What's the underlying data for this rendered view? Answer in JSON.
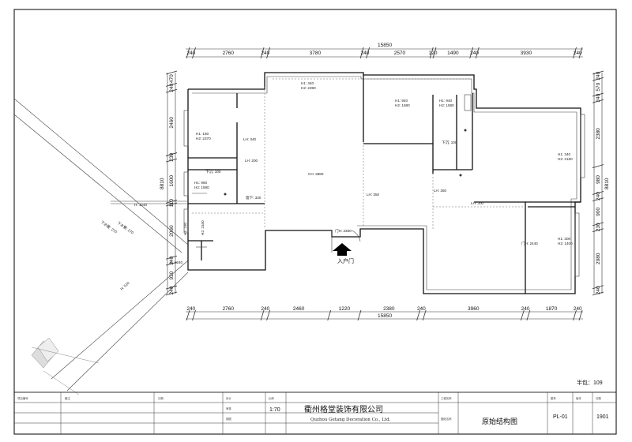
{
  "dims": {
    "top_total": "15850",
    "top_segments": [
      "240",
      "2760",
      "240",
      "3780",
      "240",
      "2570",
      "120",
      "1490",
      "240",
      "3930",
      "240"
    ],
    "bottom_total": "15850",
    "bottom_segments": [
      "240",
      "2760",
      "240",
      "2460",
      "1220",
      "2380",
      "240",
      "3960",
      "240",
      "1870",
      "240"
    ],
    "left_total": "8810",
    "left_segments": [
      "470",
      "240",
      "2460",
      "230",
      "1600",
      "110",
      "2060",
      "240",
      "920",
      "240"
    ],
    "right_total": "8810",
    "right_segments": [
      "240",
      "570",
      "240",
      "2380",
      "980",
      "240",
      "900",
      "230",
      "2080",
      "240"
    ]
  },
  "annotations": {
    "h_top_center": "H1: 340",
    "h_top_center2": "H2: 2390",
    "h_kitchen": "H1: 940",
    "h_kitchen2": "H2: 1580",
    "h_bath_top": "H1: 940",
    "h_bath_top2": "H2: 1580",
    "h_left": "H1: 150",
    "h_left2": "H2: 2370",
    "lh_340": "LH: 340",
    "lh_200": "LH: 200",
    "xiachen_left": "下沉: 100",
    "h_left_b": "H1: 960",
    "h_left_b2": "H2: 1590",
    "tiao_330": "窗下: 330",
    "ch_2880": "CH: 2880",
    "lh_350a": "LH: 350",
    "lh_350b": "LH: 350",
    "xiachen_right": "下沉: 100",
    "h_right": "H1: 340",
    "h_right2": "H2: 2160",
    "lh_300": "LH: 300",
    "door_2300": "门H: 2300",
    "door_2440": "门H: 2440",
    "h_br": "H1: 300",
    "h_br2": "H2: 1400",
    "h_small1": "H1: 230",
    "h_small2": "H2: 2340",
    "h_1240_top": "H: 1240",
    "h_1240_bot": "H: 1240",
    "diag_270a": "下水管: 270",
    "diag_270b": "下水管: 270",
    "diag_510": "H: 510",
    "entrance": "入户门"
  },
  "half_pack": "半包：109",
  "title_block": {
    "company_cn": "衢州格堂装饰有限公司",
    "company_en": "Quzhou Getang Decoration Co., Ltd.",
    "scale": "1:70",
    "drawing_title": "原始结构图",
    "drawing_no": "PL-01",
    "code": "1901"
  }
}
